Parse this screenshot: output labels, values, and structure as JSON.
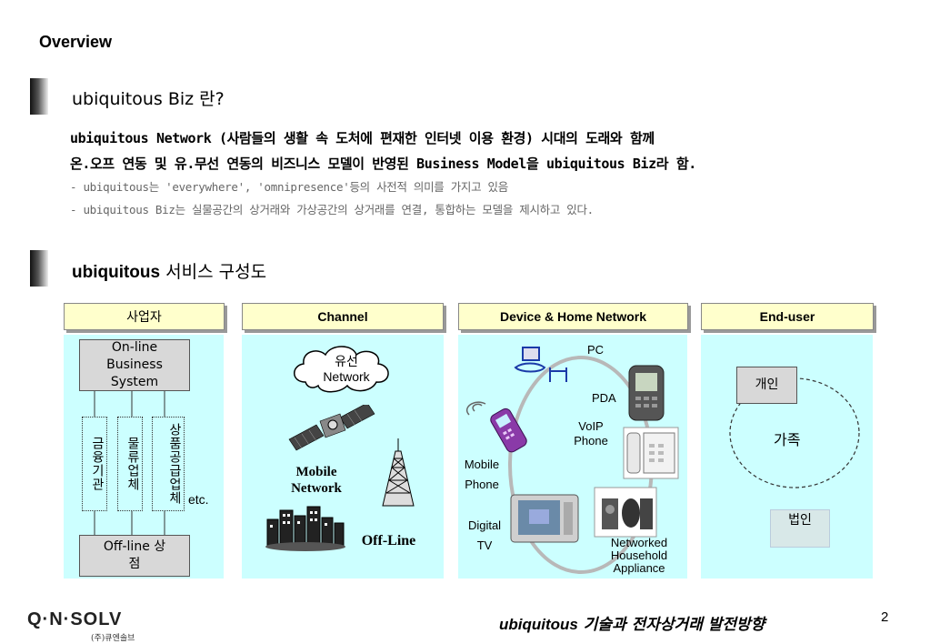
{
  "header": {
    "title": "Overview"
  },
  "section1": {
    "heading": "ubiquitous Biz 란?",
    "line1": "ubiquitous Network (사람들의 생활 속 도처에 편재한 인터넷 이용 환경) 시대의 도래와 함께",
    "line2": "온.오프 연동 및 유.무선 연동의 비즈니스 모델이 반영된 Business Model을 ubiquitous Biz라 함.",
    "bullet1": "- ubiquitous는  'everywhere', 'omnipresence'등의 사전적 의미를 가지고 있음",
    "bullet2": "- ubiquitous Biz는 실물공간의 상거래와 가상공간의 상거래를 연결, 통합하는 모델을 제시하고 있다."
  },
  "section2": {
    "heading_bold": "ubiquitous",
    "heading_rest": " 서비스 구성도"
  },
  "diagram": {
    "columns": [
      "사업자",
      "Channel",
      "Device & Home Network",
      "End-user"
    ],
    "business": {
      "online": "On-line Business System",
      "v1": "금융기관",
      "v2": "물류업체",
      "v3": "상품공급업체",
      "etc": "etc.",
      "offline": "Off-line 상점"
    },
    "channel": {
      "cloud": "유선 Network",
      "mobile": "Mobile Network",
      "offline": "Off-Line"
    },
    "devices": {
      "pc": "PC",
      "pda": "PDA",
      "voip": "VoIP Phone",
      "mobile": "Mobile Phone",
      "tv": "Digital TV",
      "appliance": "Networked Household Appliance"
    },
    "enduser": {
      "individual": "개인",
      "family": "가족",
      "corporate": "법인"
    }
  },
  "footer": {
    "title_bold": "ubiquitous",
    "title_rest": " 기술과 전자상거래 발전방향",
    "page": "2",
    "logo": "Q·N·SOLV",
    "logo_sub": "(주)큐엔솔브"
  },
  "colors": {
    "panel": "#ccffff",
    "header_fill": "#ffffcc",
    "box_gray": "#d8d8d8"
  }
}
